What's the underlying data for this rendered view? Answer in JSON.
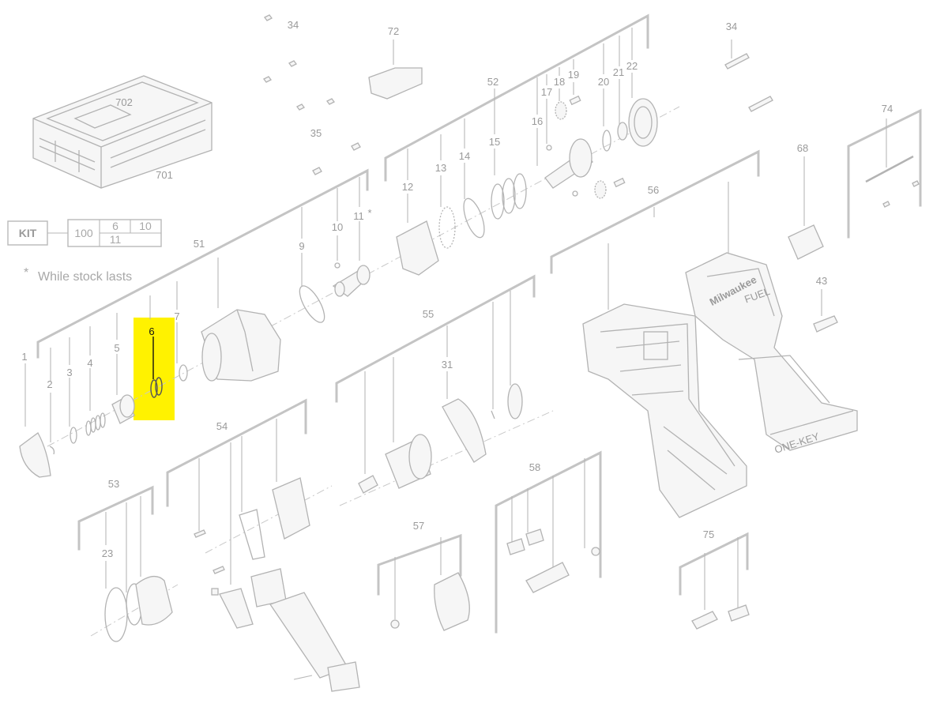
{
  "diagram": {
    "highlight_color": "#fff200",
    "highlighted_part": "6",
    "part_labels": {
      "p1": "1",
      "p2": "2",
      "p3": "3",
      "p4": "4",
      "p5": "5",
      "p6": "6",
      "p7": "7",
      "p9": "9",
      "p10": "10",
      "p11": "11",
      "p12": "12",
      "p13": "13",
      "p14": "14",
      "p15": "15",
      "p16": "16",
      "p17": "17",
      "p18": "18",
      "p19": "19",
      "p20": "20",
      "p21": "21",
      "p22": "22",
      "p23": "23",
      "p31": "31",
      "p34a": "34",
      "p34b": "34",
      "p35": "35",
      "p43": "43",
      "p51": "51",
      "p52": "52",
      "p53": "53",
      "p54": "54",
      "p55": "55",
      "p56": "56",
      "p57": "57",
      "p58": "58",
      "p68": "68",
      "p72": "72",
      "p74": "74",
      "p75": "75",
      "p701": "701",
      "p702": "702"
    },
    "star_mark": "*",
    "kit": {
      "label": "KIT",
      "kit_number": "100",
      "component_a": "6",
      "component_b": "10",
      "component_c": "11"
    },
    "note": {
      "star": "*",
      "text": "While stock lasts"
    },
    "brand_text": "Milwaukee",
    "fuel_text": "FUEL",
    "battery_text": "ONE-KEY"
  }
}
